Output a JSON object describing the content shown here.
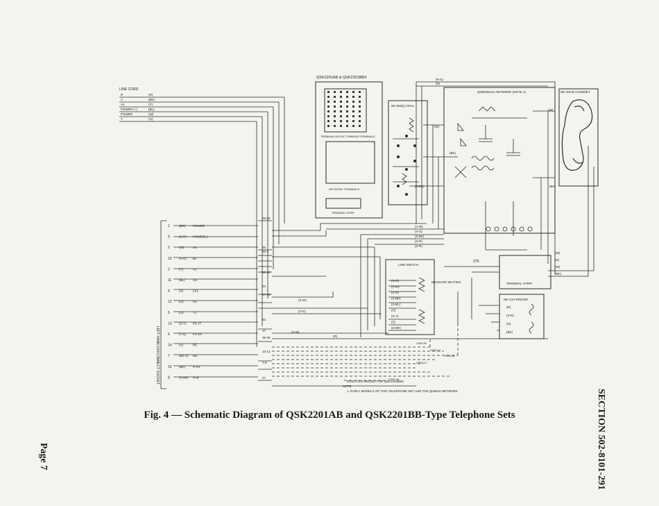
{
  "caption": "Fig. 4 — Schematic Diagram of QSK2201AB and QSK2201BB-Type Telephone Sets",
  "section": "SECTION 502-8101-291",
  "page": "Page 7",
  "line_cord": {
    "title": "LINE CORD",
    "leads": [
      {
        "name": "R",
        "color": "(R)"
      },
      {
        "name": "A",
        "color": "(BK)"
      },
      {
        "name": "A1",
        "color": "(Y)"
      },
      {
        "name": "POWER (+)",
        "color": "(BL)"
      },
      {
        "name": "POWER",
        "color": "(W)"
      },
      {
        "name": "T",
        "color": "(G)"
      }
    ]
  },
  "connector": {
    "title": "LEFT HAND DISCONNECT SOCKET",
    "pins": [
      {
        "num": "1",
        "color": "(BR)",
        "label": "POWER"
      },
      {
        "num": "9",
        "color": "(S-R)",
        "label": "POWER(-)"
      },
      {
        "num": "2",
        "color": "(W)",
        "label": "LK"
      },
      {
        "num": "10",
        "color": "(V-O)",
        "label": "BL"
      },
      {
        "num": "3",
        "color": "(Y)",
        "label": "A1"
      },
      {
        "num": "11",
        "color": "(BL)",
        "label": "AG"
      },
      {
        "num": "4",
        "color": "(S)",
        "label": "LK1"
      },
      {
        "num": "12",
        "color": "(O)",
        "label": "R1"
      },
      {
        "num": "5",
        "color": "(G)",
        "label": "T1"
      },
      {
        "num": "13",
        "color": "(S-Y)",
        "label": "P4-1T"
      },
      {
        "num": "6",
        "color": "(Y-S)",
        "label": "P3-1R"
      },
      {
        "num": "14",
        "color": "(V)",
        "label": "RC"
      },
      {
        "num": "7",
        "color": "(BK-S)",
        "label": "M2"
      },
      {
        "num": "15",
        "color": "(BK)",
        "label": "R-R1"
      },
      {
        "num": "8",
        "color": "(S-BK)",
        "label": "R-M"
      }
    ]
  },
  "terminal_labels": [
    "28-29",
    "46",
    "20-2",
    "30-32",
    "23",
    "47-49",
    "53",
    "37",
    "38-35",
    "10-12",
    "7-9",
    "27"
  ],
  "terminal_block": {
    "title": "QSK2201AB & QSK2201BBX",
    "common_label": "TERMINAL BLOCK COMMON TERMINALS",
    "network_label": "NETWORK TERMINALS",
    "strip_label": "TERMINAL STRIP"
  },
  "dial": {
    "title": "NE-55G(L) DIAL"
  },
  "network": {
    "title": "QN9425C2A NETWORK (NOTE 1)"
  },
  "handset": {
    "title": "NE-G5AR HANDSET"
  },
  "line_switch": {
    "title": "LINE SWITCH"
  },
  "terminal_strip": {
    "title": "TERMINAL STRIP"
  },
  "message_waiting": {
    "title": "MESSAGE WAITING",
    "resistor": "27K"
  },
  "ringer": {
    "title": "NE-C4A RINGER",
    "leads": [
      "(R)",
      "(S-R)",
      "(G)",
      "(BK)"
    ]
  },
  "wire_labels": {
    "top": [
      "(R-S)",
      "(R)"
    ],
    "dial_side": [
      "(W)",
      "(BK)",
      "(S-BK)"
    ],
    "mid": [
      "(V-W)",
      "(V-O)",
      "(S-BK)",
      "(S-R)",
      "(S-R)"
    ],
    "handset_side": [
      "(W)",
      "(BK)"
    ],
    "strip_side": [
      "(W)",
      "(R)",
      "(W)",
      "(BK)"
    ],
    "switch_leads": [
      "(S-O)",
      "(S-W)",
      "(S-R)",
      "(S-BK)",
      "(S-BL)",
      "(O)",
      "(S-Y)",
      "(S)",
      "(S-BR)"
    ],
    "left_mid": [
      "(S-W)",
      "(V-G)",
      "(V-W)",
      "(R)"
    ],
    "items": [
      "ITEM 50",
      "ITEM 16",
      "ITEM 2B",
      "ITEM 14",
      "ITEM 48"
    ]
  },
  "legend": {
    "dashed": "INDICATES WIRING FOR QSK2201BBX",
    "note_title": "NOTE",
    "note": "1. EARLY MODELS OF THIS TELEPHONE SET USE THE QN9410 NETWORK."
  }
}
